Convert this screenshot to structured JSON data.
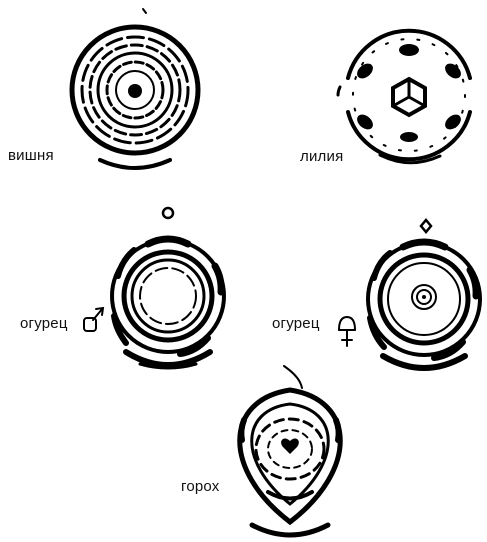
{
  "labels": {
    "cherry": "вишня",
    "lily": "лилия",
    "cucumber_male": "огурец",
    "cucumber_female": "огурец",
    "pea": "горох"
  },
  "icons": {
    "male_symbol": "male-symbol-icon",
    "female_symbol": "female-symbol-icon"
  }
}
